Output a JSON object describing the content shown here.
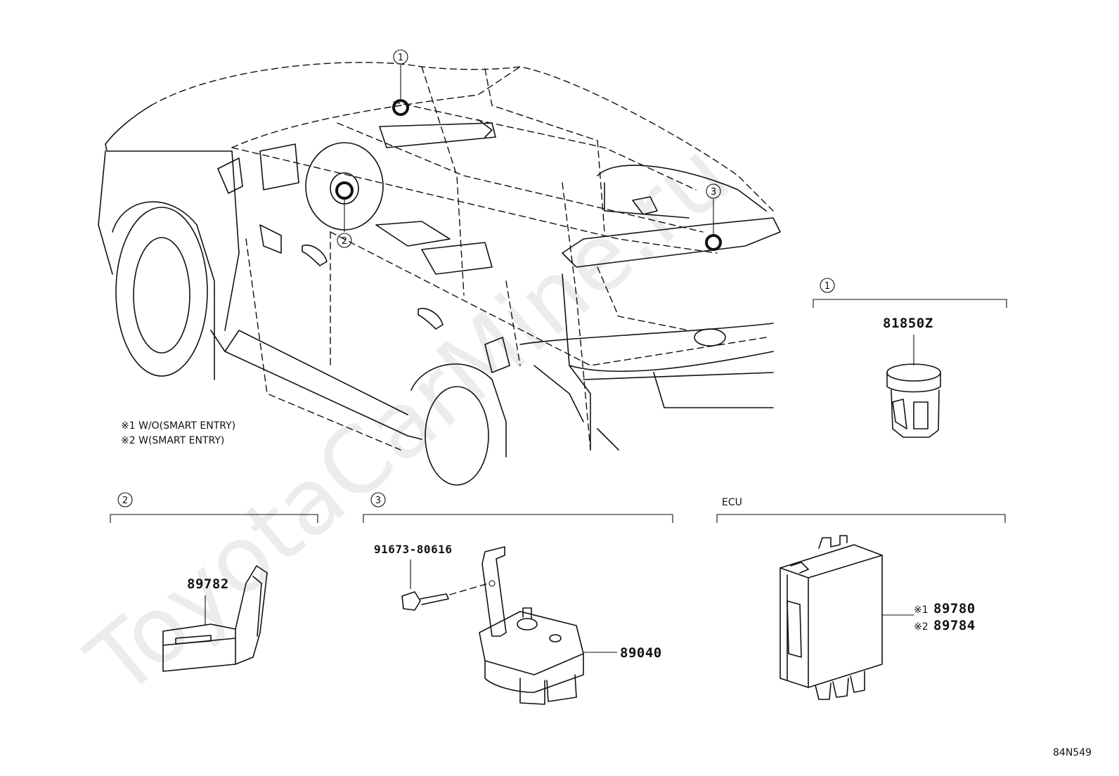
{
  "watermark": "ToyotaCarMine.ru",
  "diagram_code": "84N549",
  "notes": [
    "※1 W/O(SMART ENTRY)",
    "※2 W(SMART ENTRY)"
  ],
  "callouts": [
    "1",
    "2",
    "3"
  ],
  "sections": {
    "s1": {
      "callout": "1",
      "part": "81850Z"
    },
    "s2": {
      "callout": "2",
      "part": "89782"
    },
    "s3": {
      "callout": "3",
      "screw": "91673-80616",
      "part": "89040"
    },
    "ecu": {
      "label": "ECU",
      "variant1_mark": "※1",
      "variant1_part": "89780",
      "variant2_mark": "※2",
      "variant2_part": "89784"
    }
  }
}
